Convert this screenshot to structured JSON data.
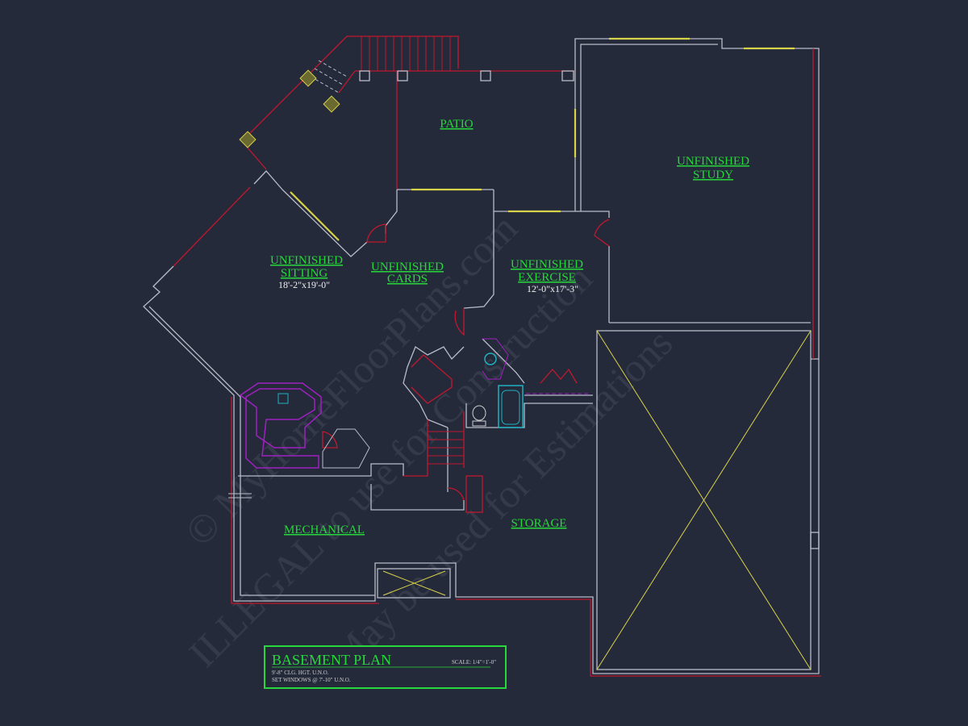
{
  "rooms": {
    "patio": "PATIO",
    "study": [
      "UNFINISHED",
      "STUDY"
    ],
    "sitting": [
      "UNFINISHED",
      "SITTING"
    ],
    "sitting_dim": "18'-2\"x19'-0\"",
    "cards": [
      "UNFINISHED",
      "CARDS"
    ],
    "exercise": [
      "UNFINISHED",
      "EXERCISE"
    ],
    "exercise_dim": "12'-0\"x17'-3\"",
    "mechanical": "MECHANICAL",
    "storage": "STORAGE"
  },
  "title_block": {
    "title": "BASEMENT PLAN",
    "scale": "SCALE: 1/4\"=1'-0\"",
    "note1": "9'-8\" CLG. HGT. U.N.O.",
    "note2": "SET WINDOWS @ 7'-10\" U.N.O."
  },
  "watermark": {
    "line1": "© MyHomeFloorPlans.com",
    "line2": "ILLEGAL to use for Construction",
    "line3": "May be used for Estimations"
  },
  "colors": {
    "background": "#252a3b",
    "wall": "#b9bcc8",
    "red": "#c0182e",
    "label": "#27d83a",
    "window": "#d8d24a",
    "fixture": "#a020c0",
    "plumbing": "#20b0c0"
  }
}
